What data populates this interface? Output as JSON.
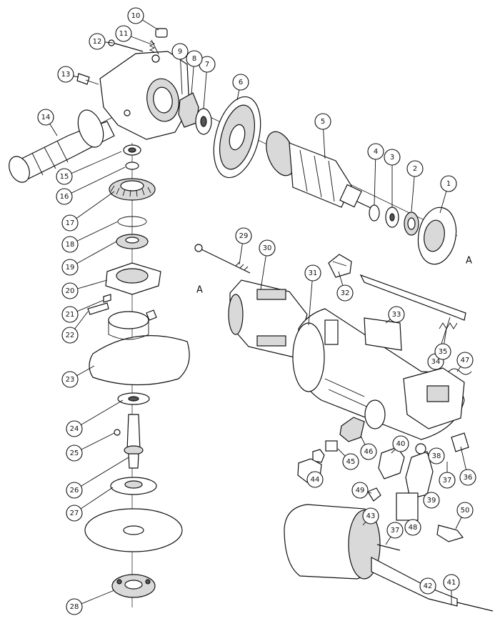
{
  "reference_marks": [
    {
      "id": "ref-a-armature",
      "label": "A"
    },
    {
      "id": "ref-a-stator",
      "label": "A"
    }
  ],
  "callouts": [
    {
      "n": "1"
    },
    {
      "n": "2"
    },
    {
      "n": "3"
    },
    {
      "n": "4"
    },
    {
      "n": "5"
    },
    {
      "n": "6"
    },
    {
      "n": "7"
    },
    {
      "n": "8"
    },
    {
      "n": "9"
    },
    {
      "n": "10"
    },
    {
      "n": "11"
    },
    {
      "n": "12"
    },
    {
      "n": "13"
    },
    {
      "n": "14"
    },
    {
      "n": "15"
    },
    {
      "n": "16"
    },
    {
      "n": "17"
    },
    {
      "n": "18"
    },
    {
      "n": "19"
    },
    {
      "n": "20"
    },
    {
      "n": "21"
    },
    {
      "n": "22"
    },
    {
      "n": "23"
    },
    {
      "n": "24"
    },
    {
      "n": "25"
    },
    {
      "n": "26"
    },
    {
      "n": "27"
    },
    {
      "n": "28"
    },
    {
      "n": "29"
    },
    {
      "n": "30"
    },
    {
      "n": "31"
    },
    {
      "n": "32"
    },
    {
      "n": "33"
    },
    {
      "n": "34"
    },
    {
      "n": "35"
    },
    {
      "n": "36"
    },
    {
      "n": "37"
    },
    {
      "n": "37"
    },
    {
      "n": "38"
    },
    {
      "n": "39"
    },
    {
      "n": "40"
    },
    {
      "n": "41"
    },
    {
      "n": "42"
    },
    {
      "n": "43"
    },
    {
      "n": "44"
    },
    {
      "n": "45"
    },
    {
      "n": "46"
    },
    {
      "n": "47"
    },
    {
      "n": "48"
    },
    {
      "n": "49"
    },
    {
      "n": "50"
    }
  ]
}
